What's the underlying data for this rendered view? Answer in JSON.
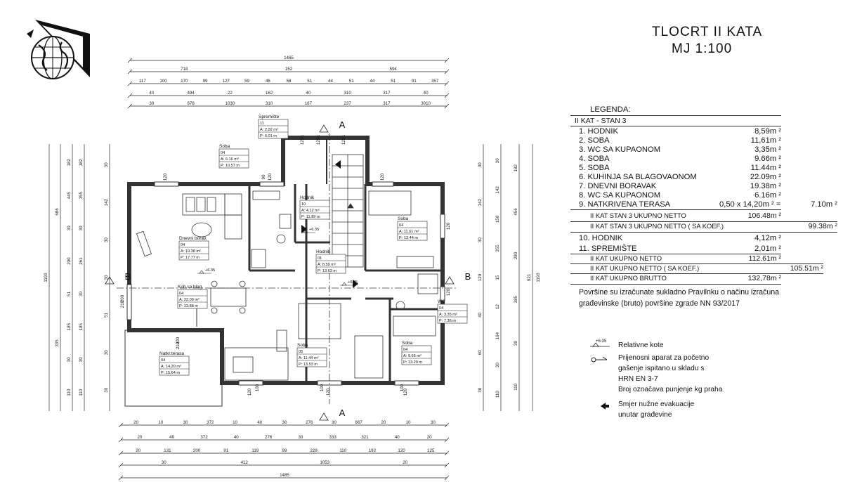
{
  "title": {
    "main": "TLOCRT  II  KATA",
    "scale": "MJ 1:100"
  },
  "legend": {
    "heading": "LEGENDA:",
    "subheading": "II  KAT  - STAN 3",
    "rooms": [
      {
        "label": "1.  HODNIK",
        "value": "8,59m ²"
      },
      {
        "label": "2.  SOBA",
        "value": "11,61m ²"
      },
      {
        "label": "3.  WC SA KUPAONOM",
        "value": "3,35m ²"
      },
      {
        "label": "4.  SOBA",
        "value": "9.66m ²"
      },
      {
        "label": "5.  SOBA",
        "value": "11.44m ²"
      },
      {
        "label": "6.  KUHINJA SA BLAGOVAONOM",
        "value": "22.09m ²"
      },
      {
        "label": "7.  DNEVNI BORAVAK",
        "value": "19.38m ²"
      },
      {
        "label": "8.  WC SA KUPAONOM",
        "value": "6.16m ²"
      }
    ],
    "terrace": {
      "label": "9.  NATKRIVENA  TERASA",
      "calc": "0,50  x   14,20m ²   =",
      "value": "7.10m ²"
    },
    "apt_net": {
      "label": "II KAT  STAN 3  UKUPNO NETTO",
      "value": "106.48m ²"
    },
    "apt_net_coef": {
      "label": "II  KAT  STAN 3  UKUPNO NETTO ( SA KOEF.)",
      "value": "99.38m ²"
    },
    "extra": [
      {
        "label": "10.  HODNIK",
        "value": "4,12m ²"
      },
      {
        "label": "11.  SPREMIŠTE",
        "value": "2,01m ²"
      }
    ],
    "floor_net": {
      "label": "II  KAT  UKUPNO NETTO",
      "value": "112.61m ²"
    },
    "floor_net_coef": {
      "label": "II  KAT  UKUPNO NETTO  ( SA KOEF.)",
      "value": "105.51m ²"
    },
    "floor_gross": {
      "label": "II  KAT  UKUPNO BRUTTO",
      "value": "132,78m ²"
    },
    "note_line1": "Površine su izračunate sukladno  Pravilnku o načinu izračuna",
    "note_line2": "građevinske (bruto) površine zgrade NN 93/2017"
  },
  "symbols": {
    "elevation_value": "+6.35",
    "elevation_text": "Relativne  kote",
    "extinguisher_lines": [
      "Prijenosni aparat za početno",
      "gašenje ispitano u skladu s",
      "HRN EN 3-7",
      "Broj označava punjenje kg praha"
    ],
    "evacuation_lines": [
      "Smjer  nužne evakuacije",
      "unutar građevine"
    ]
  },
  "plan": {
    "sections": {
      "a": "A",
      "b": "B"
    },
    "rooms": [
      {
        "name": "Dnevni borav.",
        "num": "04",
        "a": "A:   19.38 m²",
        "p": "P:   17.77 m"
      },
      {
        "name": "Koh.sa blag.",
        "num": "04",
        "a": "A:   22.09 m²",
        "p": "P:   22.88 m"
      },
      {
        "name": "Natkr.terasa",
        "num": "04",
        "a": "A:   14.20 m²",
        "p": "P:   15.64 m"
      },
      {
        "name": "Soba",
        "num": "04",
        "a": "A:   6.16 m²",
        "p": "P:   10.57 m"
      },
      {
        "name": "Spremište",
        "num": "11",
        "a": "A:   2.02 m²",
        "p": "P:   6.01 m"
      },
      {
        "name": "Hodnik",
        "num": "10",
        "a": "A:   4.12 m²",
        "p": "P:   11.89 m"
      },
      {
        "name": "Hodnik",
        "num": "01",
        "a": "A:   8.59 m²",
        "p": "P:   13.63 m"
      },
      {
        "name": "Soba",
        "num": "04",
        "a": "A:   11.61 m²",
        "p": "P:   13.44 m"
      },
      {
        "name": "Soba",
        "num": "05",
        "a": "A:   11.44 m²",
        "p": "P:   13.53 m"
      },
      {
        "name": "Soba",
        "num": "04",
        "a": "A:   9.66 m²",
        "p": "P:   13.29 m"
      },
      {
        "name": "WC",
        "num": "04",
        "a": "A:   3.35 m²",
        "p": "P:   7.36 m"
      }
    ],
    "levels": [
      "+6.35",
      "+6.35",
      "+6.35"
    ],
    "top_dims": {
      "row1": [
        "1465"
      ],
      "row2": [
        "718",
        "152",
        "594"
      ],
      "row3": [
        "117",
        "100",
        "170",
        "99",
        "127",
        "59",
        "46",
        "58",
        "51",
        "44",
        "51",
        "44",
        "51",
        "91",
        "357"
      ],
      "row4": [
        "40",
        "494",
        "22",
        "162",
        "40",
        "310",
        "317",
        "40"
      ],
      "row5": [
        "30",
        "678",
        "1030",
        "310",
        "167",
        "237",
        "317",
        "3010"
      ]
    },
    "bottom_dims": {
      "row1": [
        "20",
        "10",
        "30",
        "372",
        "10",
        "40",
        "30",
        "276",
        "30",
        "667",
        "20",
        "10",
        "30"
      ],
      "row2": [
        "20",
        "40",
        "372",
        "40",
        "276",
        "30",
        "333",
        "321",
        "40",
        "20"
      ],
      "row3": [
        "20",
        "131",
        "200",
        "91",
        "119",
        "99",
        "228",
        "110",
        "192",
        "120",
        "125"
      ],
      "row4": [
        "30",
        "412",
        "1053",
        "20"
      ],
      "row5": [
        "1485"
      ]
    },
    "left_dims": {
      "outer": [
        "1193"
      ],
      "mid": [
        "686",
        "335"
      ],
      "inner": [
        "182",
        "445",
        "30",
        "200",
        "51",
        "185",
        "30",
        "110"
      ],
      "inner2": [
        "182",
        "355",
        "30",
        "261",
        "30",
        "185",
        "30",
        "110"
      ],
      "inner3": [
        "30",
        "142",
        "30",
        "30",
        "51",
        "30",
        "30"
      ]
    },
    "right_dims": {
      "outer": [
        "1193"
      ],
      "mid": [
        "921"
      ],
      "inner": [
        "182",
        "456",
        "280",
        "385",
        "30",
        "110"
      ],
      "inner2": [
        "30",
        "142",
        "158",
        "355",
        "15",
        "12",
        "164",
        "30",
        "110"
      ],
      "inner3": [
        "30",
        "142",
        "30",
        "120",
        "40",
        "60",
        "30"
      ]
    },
    "openings": [
      "120",
      "120",
      "120",
      "120",
      "120",
      "120",
      "120",
      "90",
      "51",
      "51",
      "51",
      "128",
      "128",
      "128",
      "200",
      "210",
      "200",
      "210",
      "100",
      "100",
      "100",
      "120"
    ]
  }
}
